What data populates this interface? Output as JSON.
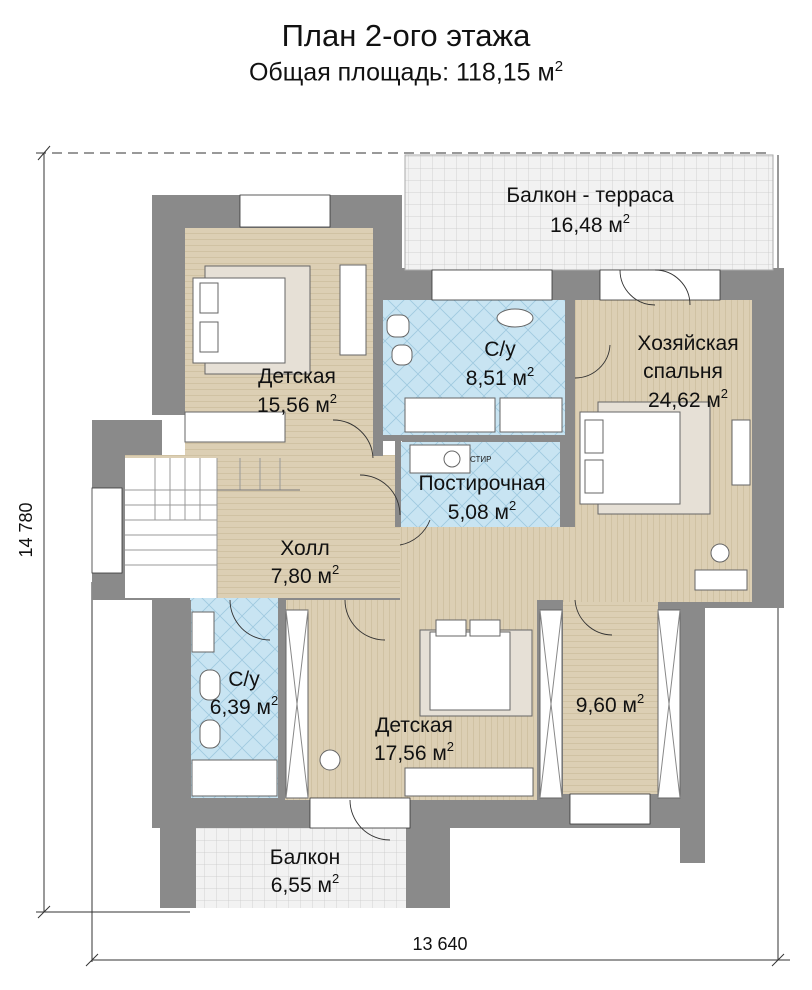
{
  "title": "План 2-ого этажа",
  "subtitle": {
    "label": "Общая площадь: 118,15 м",
    "sup": "2"
  },
  "dimensions": {
    "width": "13 640",
    "height": "14 780"
  },
  "rooms": {
    "balcony_terrace": {
      "label": "Балкон - терраса",
      "area": "16,48 м",
      "sup": "2"
    },
    "kids_room_1": {
      "label": "Детская",
      "area": "15,56 м",
      "sup": "2"
    },
    "bathroom_1": {
      "label": "С/у",
      "area": "8,51 м",
      "sup": "2"
    },
    "master_bedroom": {
      "label_line1": "Хозяйская",
      "label_line2": "спальня",
      "area": "24,62 м",
      "sup": "2"
    },
    "laundry": {
      "label": "Постирочная",
      "area": "5,08 м",
      "sup": "2"
    },
    "hall": {
      "label": "Холл",
      "area": "7,80 м",
      "sup": "2"
    },
    "bathroom_2": {
      "label": "С/у",
      "area": "6,39 м",
      "sup": "2"
    },
    "kids_room_2": {
      "label": "Детская",
      "area": "17,56 м",
      "sup": "2"
    },
    "wardrobe": {
      "area": "9,60 м",
      "sup": "2"
    },
    "balcony": {
      "label": "Балкон",
      "area": "6,55 м",
      "sup": "2"
    }
  },
  "fixtures": {
    "washer_label": "СТИР"
  },
  "colors": {
    "wall": "#8a8a8a",
    "wood_floor": "#dccfb4",
    "tile_floor": "#c8e4f2",
    "terrace_floor": "#f2f2f2"
  }
}
